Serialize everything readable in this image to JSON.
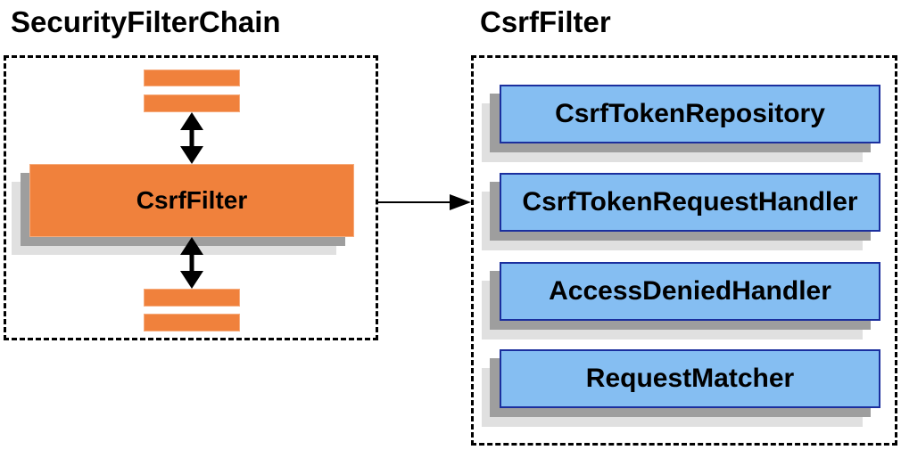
{
  "diagram": {
    "left_panel": {
      "title": "SecurityFilterChain",
      "main_filter_label": "CsrfFilter"
    },
    "right_panel": {
      "title": "CsrfFilter",
      "components": [
        "CsrfTokenRepository",
        "CsrfTokenRequestHandler",
        "AccessDeniedHandler",
        "RequestMatcher"
      ]
    }
  },
  "colors": {
    "orange": "#F0813C",
    "orange_edge": "#F6AB7C",
    "blue": "#85BEF2",
    "blue_border": "#1B2F9E",
    "shadow_mid": "#9E9E9E",
    "shadow_light": "#E0E0E0",
    "arrow": "#000000"
  }
}
